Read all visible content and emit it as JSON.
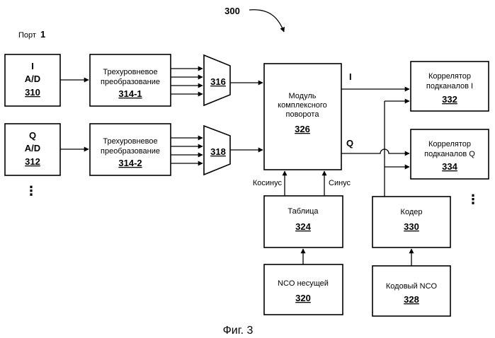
{
  "figure": {
    "ref_number": "300",
    "port_label": "Порт",
    "port_number": "1",
    "caption": "Фиг. 3",
    "ellipsis": "⋮"
  },
  "blocks": {
    "adc_i": {
      "line1": "I",
      "line2": "A/D",
      "num": "310"
    },
    "adc_q": {
      "line1": "Q",
      "line2": "A/D",
      "num": "312"
    },
    "tri_1": {
      "line1": "Трехуровневое",
      "line2": "преобразование",
      "num": "314-1"
    },
    "tri_2": {
      "line1": "Трехуровневое",
      "line2": "преобразование",
      "num": "314-2"
    },
    "mux_1": {
      "num": "316"
    },
    "mux_2": {
      "num": "318"
    },
    "rotator": {
      "line1": "Модуль",
      "line2": "комплексного",
      "line3": "поворота",
      "num": "326"
    },
    "table": {
      "line1": "Таблица",
      "num": "324"
    },
    "nco_carrier": {
      "line1": "NCO несущей",
      "num": "320"
    },
    "corr_i": {
      "line1": "Коррелятор",
      "line2": "подканалов I",
      "num": "332"
    },
    "corr_q": {
      "line1": "Коррелятор",
      "line2": "подканалов Q",
      "num": "334"
    },
    "encoder": {
      "line1": "Кодер",
      "num": "330"
    },
    "code_nco": {
      "line1": "Кодовый NCO",
      "num": "328"
    }
  },
  "signals": {
    "out_i": "I",
    "out_q": "Q",
    "cosine": "Косинус",
    "sine": "Синус"
  }
}
